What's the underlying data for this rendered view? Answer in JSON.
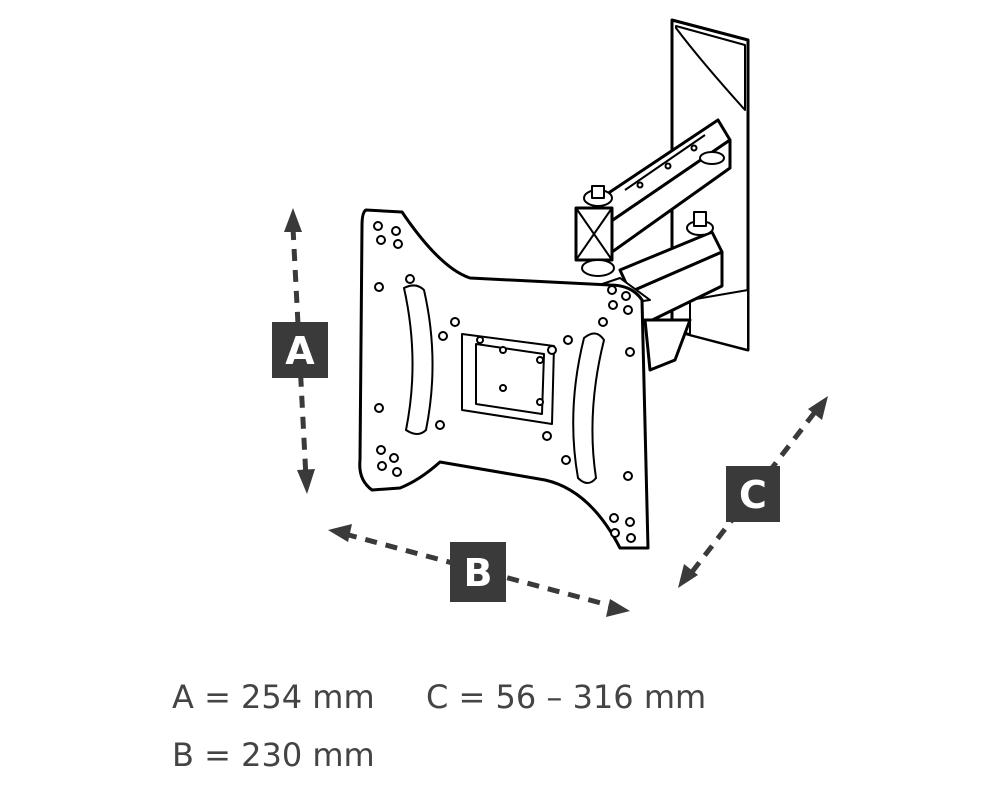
{
  "diagram": {
    "labels": {
      "a": "A",
      "b": "B",
      "c": "C"
    },
    "colors": {
      "label_box": "#3a3a3a",
      "label_text": "#ffffff",
      "line_art": "#000000",
      "legend_text": "#444444"
    }
  },
  "legend": {
    "a": "A = 254 mm",
    "c": "C = 56 – 316 mm",
    "b": "B = 230 mm"
  }
}
